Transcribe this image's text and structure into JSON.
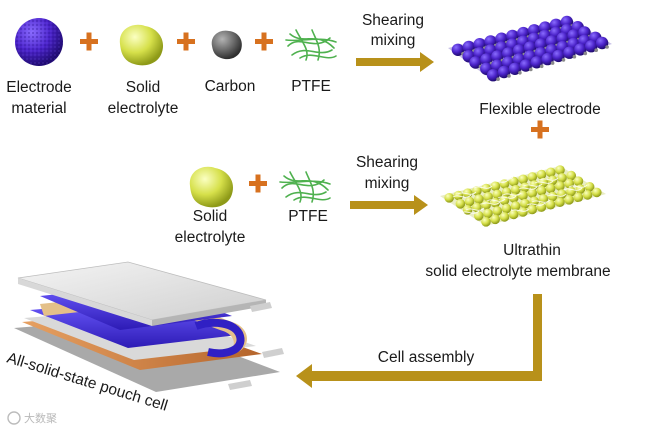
{
  "row1": {
    "electrode_material": [
      "Electrode",
      "material"
    ],
    "solid_electrolyte": [
      "Solid",
      "electrolyte"
    ],
    "carbon": "Carbon",
    "ptfe": "PTFE",
    "process": [
      "Shearing",
      "mixing"
    ],
    "product": "Flexible electrode"
  },
  "row2": {
    "solid_electrolyte": [
      "Solid",
      "electrolyte"
    ],
    "ptfe": "PTFE",
    "process": [
      "Shearing",
      "mixing"
    ],
    "product": [
      "Ultrathin",
      "solid electrolyte membrane"
    ]
  },
  "assembly": {
    "step": "Cell assembly",
    "product": "All-solid-state pouch cell"
  },
  "watermark": "大数聚",
  "colors": {
    "plus": "#d7711f",
    "arrow": "#b8911a",
    "electrode": "#4b23c9",
    "electrolyte": "#d6e04a",
    "carbon": "#6c6c6c",
    "ptfe": "#4fb14f"
  }
}
